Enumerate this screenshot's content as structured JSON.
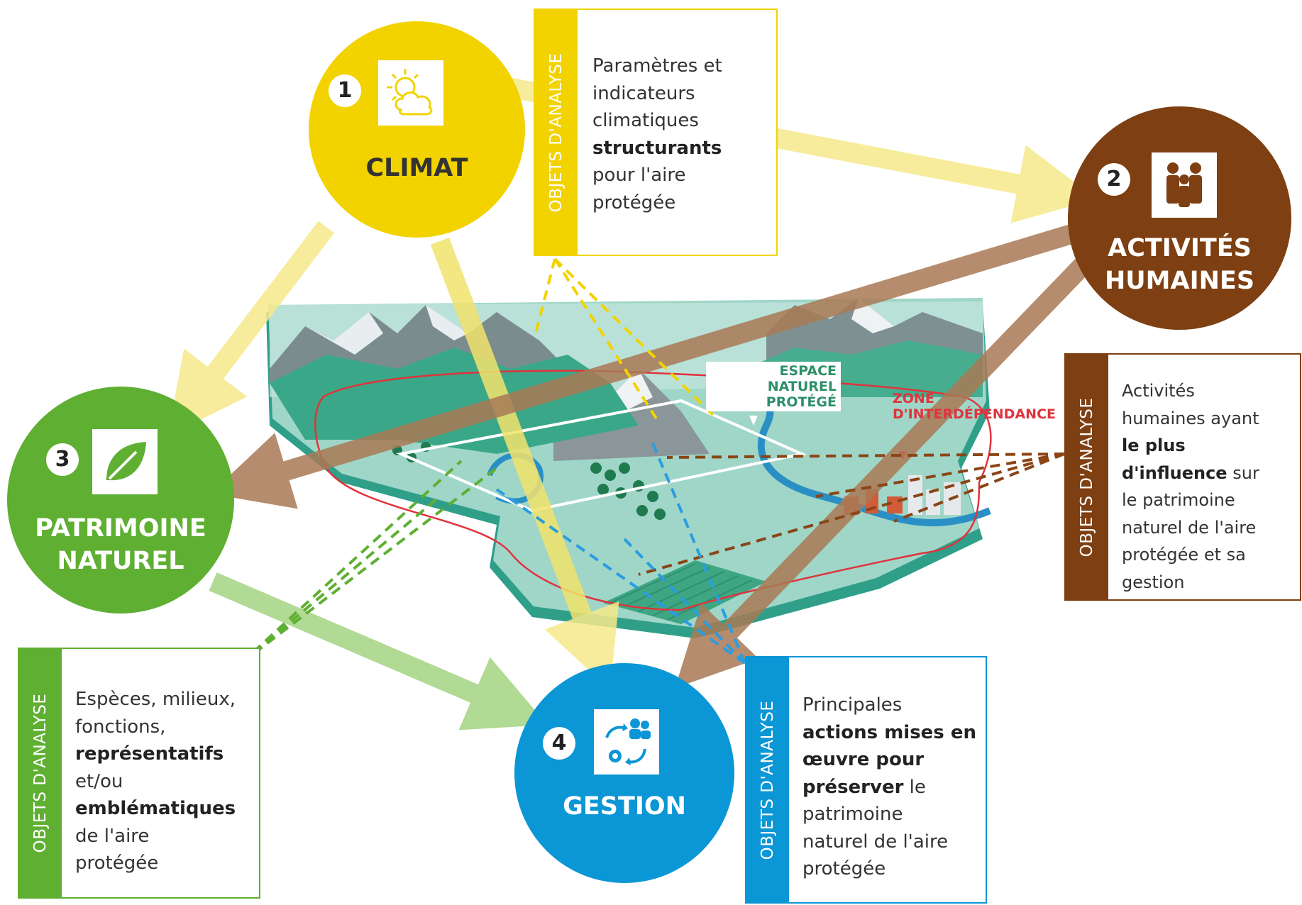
{
  "nodes": {
    "climat": {
      "number": "1",
      "title": "CLIMAT",
      "color": "#f2d300"
    },
    "activites": {
      "number": "2",
      "title_line1": "ACTIVITÉS",
      "title_line2": "HUMAINES",
      "color": "#7e3f12"
    },
    "patrimoine": {
      "number": "3",
      "title_line1": "PATRIMOINE",
      "title_line2": "NATUREL",
      "color": "#5faf32"
    },
    "gestion": {
      "number": "4",
      "title": "GESTION",
      "color": "#0b96d6"
    }
  },
  "boxes": {
    "climat": {
      "label": "OBJETS D'ANALYSE",
      "line1": "Paramètres et",
      "line2": "indicateurs",
      "line3": "climatiques",
      "line4_bold": "structurants",
      "line5": "pour l'aire",
      "line6": "protégée"
    },
    "activites": {
      "label": "OBJETS D'ANALYSE",
      "line1": "Activités",
      "line2": "humaines ayant",
      "line3_bold": "le plus",
      "line4_bold": "d'influence",
      "line4_rest": " sur",
      "line5": "le patrimoine",
      "line6": "naturel de l'aire",
      "line7": "protégée et sa",
      "line8": "gestion"
    },
    "patrimoine": {
      "label": "OBJETS D'ANALYSE",
      "line1": "Espèces, milieux,",
      "line2": "fonctions,",
      "line3_bold": "représentatifs",
      "line4": "et/ou",
      "line5_bold": "emblématiques",
      "line6": "de l'aire",
      "line7": "protégée"
    },
    "gestion": {
      "label": "OBJETS D'ANALYSE",
      "line1": "Principales",
      "line2_bold": "actions mises en",
      "line3_bold": "œuvre pour",
      "line4_bold": "préserver",
      "line4_rest": " le",
      "line5": "patrimoine",
      "line6": "naturel de l'aire",
      "line7": "protégée"
    }
  },
  "map_labels": {
    "espace_line1": "ESPACE NATUREL",
    "espace_line2": "PROTÉGÉ",
    "zone_line1": "ZONE",
    "zone_line2": "D'INTERDÉPENDANCE"
  },
  "colors": {
    "yellow_arrow": "#f6e98a",
    "brown_arrow": "#a97a55",
    "green_arrow": "#a9d68a",
    "blue_dash": "#2a9de0",
    "map_teal": "#4fb9a6",
    "zone_red": "#e0333c"
  }
}
